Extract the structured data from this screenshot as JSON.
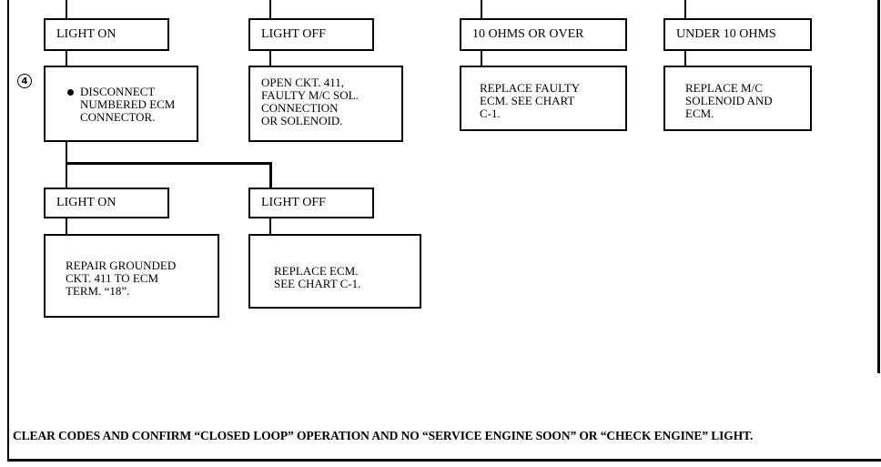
{
  "step_marker": "4",
  "row1": {
    "light_on_a": "LIGHT ON",
    "light_off_a": "LIGHT OFF",
    "ohms_over": "10 OHMS OR OVER",
    "ohms_under": "UNDER 10 OHMS"
  },
  "row2": {
    "disconnect": "DISCONNECT\nNUMBERED ECM\nCONNECTOR.",
    "open_ckt": "OPEN CKT. 411,\nFAULTY M/C SOL.\nCONNECTION\nOR SOLENOID.",
    "replace_ecm_a": "REPLACE FAULTY\nECM. SEE CHART\nC-1.",
    "replace_mc": "REPLACE M/C\nSOLENOID AND\nECM."
  },
  "row3": {
    "light_on_b": "LIGHT ON",
    "light_off_b": "LIGHT OFF"
  },
  "row4": {
    "repair_grounded": "REPAIR GROUNDED\nCKT. 411 TO ECM\nTERM. “18”.",
    "replace_ecm_b": "REPLACE ECM.\nSEE CHART C-1."
  },
  "footer": "CLEAR CODES AND CONFIRM “CLOSED LOOP” OPERATION AND NO “SERVICE ENGINE SOON” OR “CHECK ENGINE” LIGHT."
}
